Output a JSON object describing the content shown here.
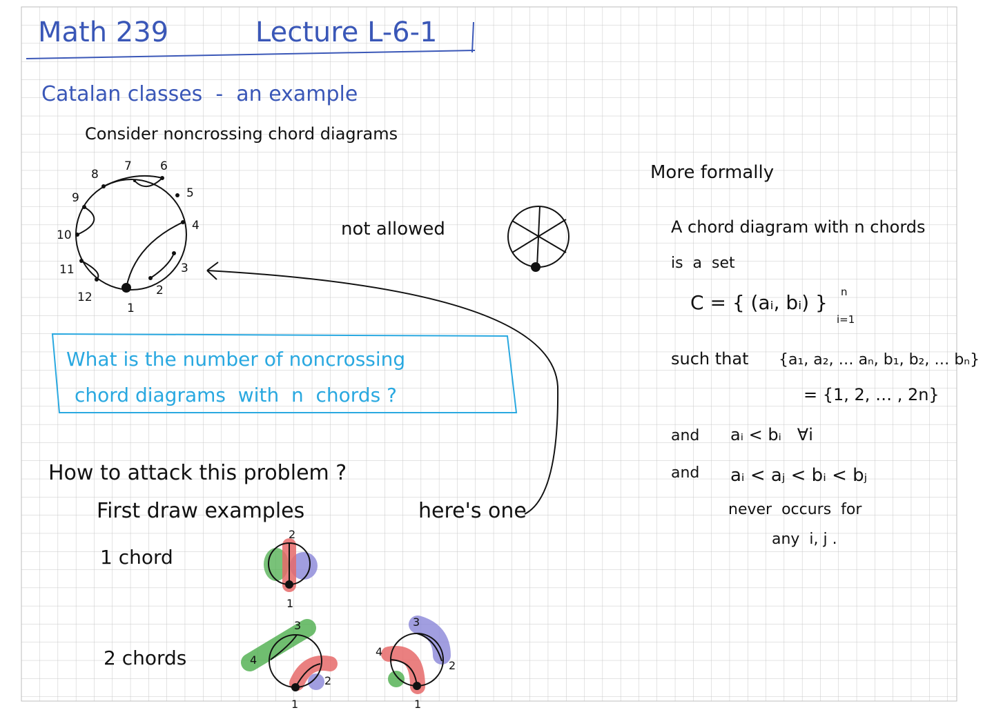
{
  "title": {
    "course": "Math 239",
    "lecture": "Lecture L-6-1"
  },
  "section_heading": "Catalan classes  -  an example",
  "intro": "Consider noncrossing chord diagrams",
  "diagram_labels": [
    "1",
    "2",
    "3",
    "4",
    "5",
    "6",
    "7",
    "8",
    "9",
    "10",
    "11",
    "12"
  ],
  "not_allowed": "not allowed",
  "question": {
    "line1": "What is the number of noncrossing",
    "line2": "chord diagrams  with  n  chords ?"
  },
  "attack": {
    "line1": "How to attack this problem ?",
    "line2": "First draw examples",
    "here": "here's one"
  },
  "examples": {
    "one_chord": "1 chord",
    "two_chords": "2 chords",
    "one_chord_labels": [
      "2",
      "1"
    ],
    "two_a_labels": [
      "3",
      "4",
      "2",
      "1"
    ],
    "two_b_labels": [
      "3",
      "4",
      "2",
      "1"
    ]
  },
  "formal": {
    "heading": "More formally",
    "line1": "A chord diagram with n chords",
    "line2": "is  a  set",
    "set": "C = { (aᵢ, bᵢ) }",
    "set_sup": "n",
    "set_sub": "i=1",
    "such_that": "such that",
    "union": "{a₁, a₂, … aₙ, b₁, b₂, … bₙ}",
    "equals": "= {1, 2, … , 2n}",
    "cond1_and": "and",
    "cond1": "aᵢ < bᵢ   ∀i",
    "cond2_and": "and",
    "cond2": "aᵢ < aⱼ < bᵢ < bⱼ",
    "never": "never  occurs  for",
    "any": "any  i, j ."
  },
  "colors": {
    "grid": "#c7c7c7",
    "ink": "#111111",
    "title_blue": "#3a57b7",
    "highlight_cyan": "#29a8e0",
    "red": "#e66a6a",
    "green": "#4cae4c",
    "purple": "#8a86d8"
  }
}
